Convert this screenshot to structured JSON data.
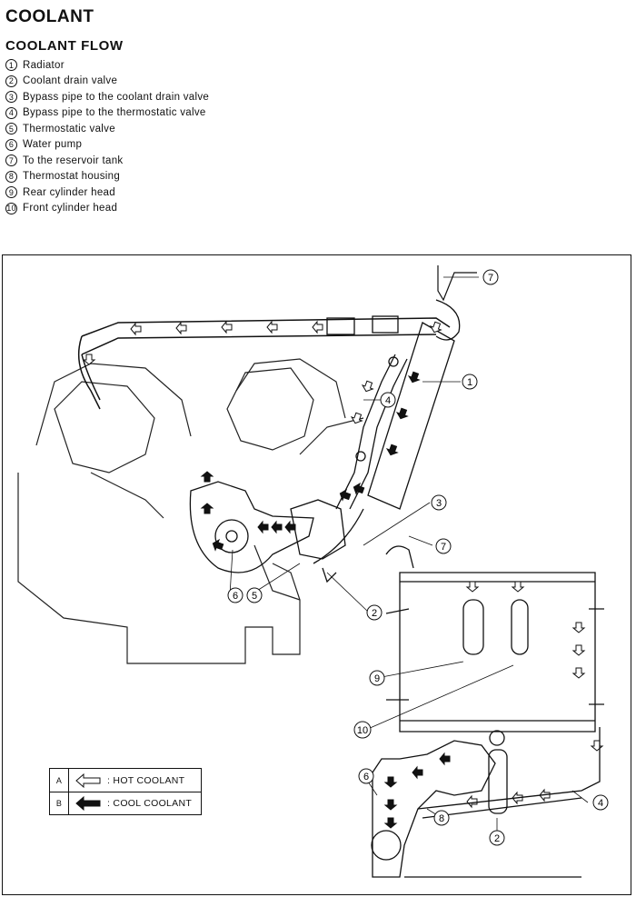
{
  "header": {
    "title": "COOLANT",
    "section": "COOLANT FLOW"
  },
  "parts": [
    {
      "num": "1",
      "label": "Radiator"
    },
    {
      "num": "2",
      "label": "Coolant drain valve"
    },
    {
      "num": "3",
      "label": "Bypass pipe to the coolant drain valve"
    },
    {
      "num": "4",
      "label": "Bypass pipe to the thermostatic valve"
    },
    {
      "num": "5",
      "label": "Thermostatic valve"
    },
    {
      "num": "6",
      "label": "Water pump"
    },
    {
      "num": "7",
      "label": "To the reservoir tank"
    },
    {
      "num": "8",
      "label": "Thermostat housing"
    },
    {
      "num": "9",
      "label": "Rear cylinder head"
    },
    {
      "num": "10",
      "label": "Front cylinder head"
    }
  ],
  "key": {
    "hot": {
      "letter": "A",
      "label": ": HOT COOLANT"
    },
    "cool": {
      "letter": "B",
      "label": ": COOL COOLANT"
    }
  },
  "callouts": {
    "c1": "1",
    "c2a": "2",
    "c2b": "2",
    "c3": "3",
    "c4": "4",
    "c5": "5",
    "c6a": "6",
    "c6b": "6",
    "c7a": "7",
    "c7b": "7",
    "c8": "8",
    "c9": "9",
    "c10": "10"
  }
}
